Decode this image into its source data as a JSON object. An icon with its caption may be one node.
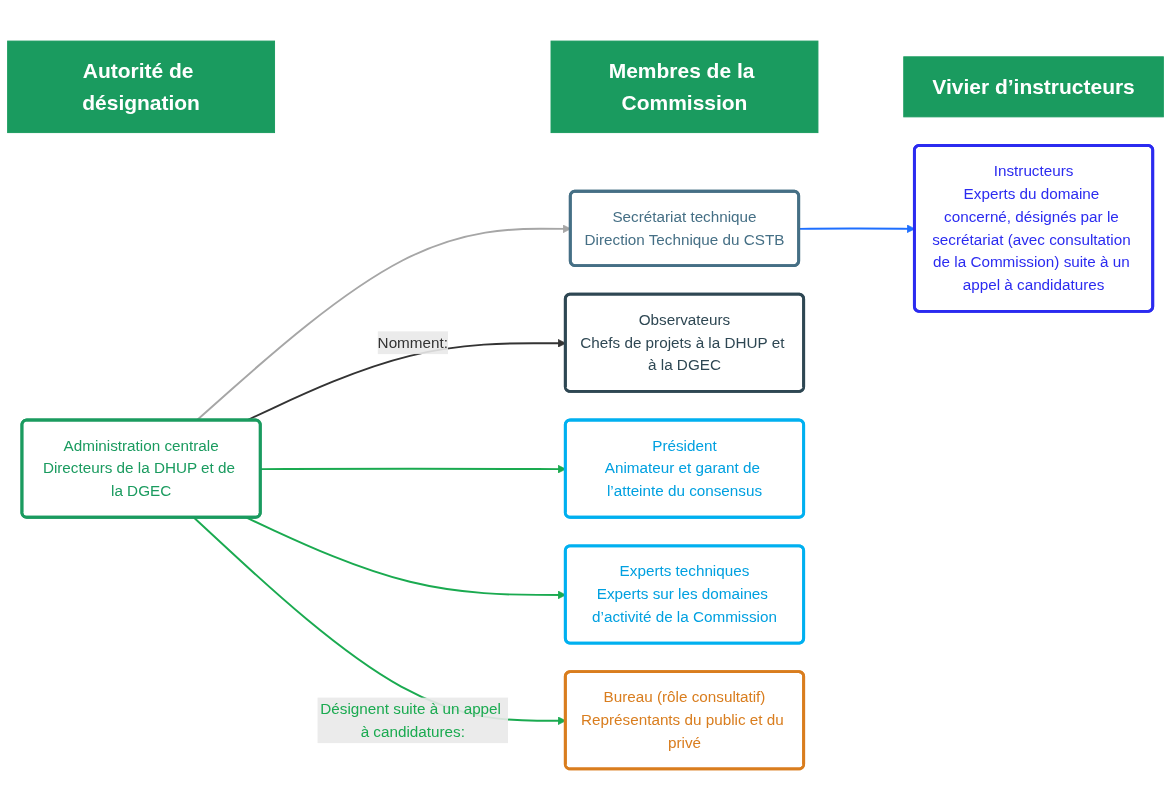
{
  "diagram": {
    "nodes": [
      {
        "text": [
          "Autorité de désignation"
        ]
      },
      {
        "text": [
          "Membres de la Commission"
        ]
      },
      {
        "text": [
          "Vivier d’instructeurs"
        ]
      },
      {
        "text": [
          "Administration centrale",
          "Directeurs de la DHUP et de la DGEC"
        ]
      },
      {
        "text": [
          "Secrétariat technique",
          "Direction Technique du CSTB"
        ]
      },
      {
        "text": [
          "Observateurs",
          "Chefs de projets à la DHUP et à la DGEC"
        ]
      },
      {
        "text": [
          "Président",
          "Animateur et garant de l’atteinte du consensus"
        ]
      },
      {
        "text": [
          "Experts techniques",
          "Experts sur les domaines d’activité de la Commission"
        ]
      },
      {
        "text": [
          "Bureau (rôle consultatif)",
          "Représentants du public et du privé"
        ]
      },
      {
        "text": [
          "Instructeurs",
          "Experts du domaine concerné, désignés par le secrétariat (avec consultation de la Commission) suite à un appel à candidatures"
        ]
      }
    ],
    "edges": [
      {
        "from": 3,
        "to": 4,
        "arrow": "to",
        "color": "#a6a6a6"
      },
      {
        "from": 3,
        "to": 5,
        "arrow": "to",
        "label": "Nomment:",
        "color": "#333333"
      },
      {
        "from": 3,
        "to": 6,
        "arrow": "to"
      },
      {
        "from": 3,
        "to": 7,
        "arrow": "to"
      },
      {
        "from": 3,
        "to": 8,
        "arrow": "to",
        "label": "Désignent suite à un appel à candidatures:"
      },
      {
        "from": 4,
        "to": 9,
        "arrow": "to",
        "color": "#1e6fff"
      }
    ]
  }
}
